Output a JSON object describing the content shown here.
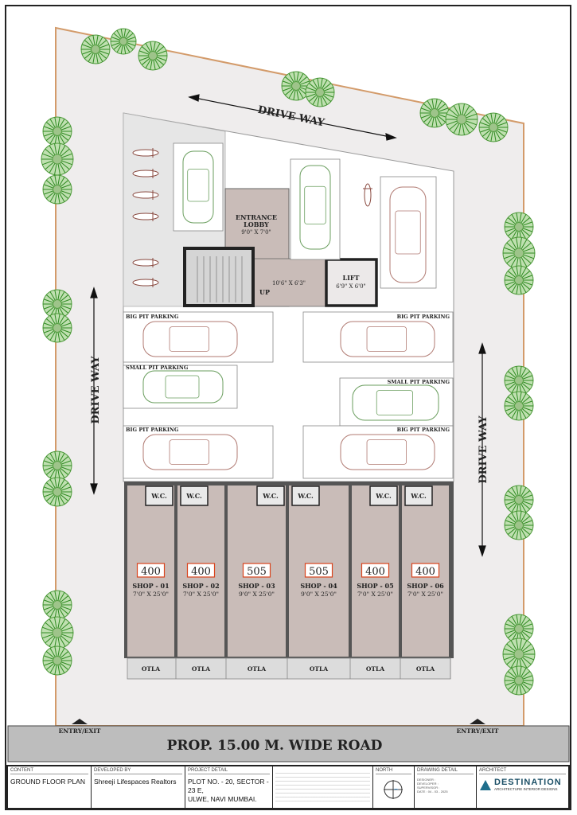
{
  "plan": {
    "drive_way_labels": [
      "DRIVE WAY",
      "DRIVE WAY",
      "DRIVE WAY"
    ],
    "entrance_lobby": {
      "line1": "ENTRANCE",
      "line2": "LOBBY",
      "size": "9'0\" X 7'0\""
    },
    "corridor_size": "10'6\" X 6'3\"",
    "lift": {
      "label": "LIFT",
      "size": "6'9\" X 6'0\""
    },
    "stair_up": "UP",
    "parking_left": [
      "BIG PIT PARKING",
      "SMALL PIT PARKING",
      "BIG PIT PARKING"
    ],
    "parking_right": [
      "BIG PIT PARKING",
      "SMALL PIT PARKING",
      "BIG PIT PARKING"
    ],
    "wc_label": "W.C.",
    "shops": [
      {
        "area": "400",
        "name": "SHOP - 01",
        "size": "7'0\" X 25'0\""
      },
      {
        "area": "400",
        "name": "SHOP - 02",
        "size": "7'0\" X 25'0\""
      },
      {
        "area": "505",
        "name": "SHOP - 03",
        "size": "9'0\" X 25'0\""
      },
      {
        "area": "505",
        "name": "SHOP - 04",
        "size": "9'0\" X 25'0\""
      },
      {
        "area": "400",
        "name": "SHOP - 05",
        "size": "7'0\" X 25'0\""
      },
      {
        "area": "400",
        "name": "SHOP - 06",
        "size": "7'0\" X 25'0\""
      }
    ],
    "otla_label": "OTLA",
    "entry_exit": [
      "ENTRY/EXIT",
      "ENTRY/EXIT"
    ],
    "road_label": "PROP. 15.00 M. WIDE ROAD",
    "colors": {
      "shop_fill": "#c9bcb8",
      "area_box": "#d9431c",
      "road": "#bdbdbd",
      "site": "#f0eeee"
    }
  },
  "title_block": {
    "content": {
      "heading": "CONTENT",
      "value": "GROUND FLOOR PLAN"
    },
    "developer": {
      "heading": "DEVELOPED BY",
      "value": "Shreeji Lifespaces Realtors"
    },
    "project": {
      "heading": "PROJECT DETAIL",
      "line1": "PLOT NO. - 20, SECTOR - 23 E,",
      "line2": "ULWE, NAVI MUMBAI."
    },
    "north": {
      "heading": "NORTH"
    },
    "drawing": {
      "heading": "DRAWING DETAIL",
      "designer": "DESIGNER :",
      "developer": "DEVELOPER :",
      "supervisor": "SUPERVISOR :",
      "date": "DATE : 04 - 03 - 2025"
    },
    "architect": {
      "heading": "ARCHITECT",
      "name": "DESTINATION",
      "tagline": "ARCHITECTURE  INTERIOR  DESIGNS"
    }
  }
}
